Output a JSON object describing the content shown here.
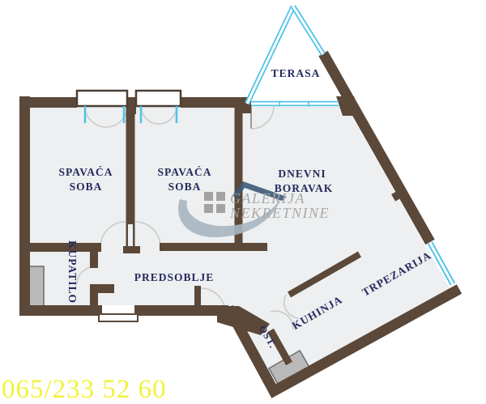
{
  "rooms": {
    "terasa": "TERASA",
    "spavaca_soba_1": {
      "line1": "SPAVAĆA",
      "line2": "SOBA"
    },
    "spavaca_soba_2": {
      "line1": "SPAVAĆA",
      "line2": "SOBA"
    },
    "dnevni_boravak": {
      "line1": "DNEVNI",
      "line2": "BORAVAK"
    },
    "kupatilo": "KUPATILO",
    "predsoblje": "PREDSOBLJE",
    "kuhinja": "KUHINJA",
    "trpezarija": "TRPEZARIJA",
    "ostava": "OST."
  },
  "watermark": {
    "line1": "GALERIJA",
    "line2": "NEKRETNINE"
  },
  "phone": "065/233 52 60",
  "colors": {
    "wall": "#5b4839",
    "floor": "#edeff0",
    "glass": "#4fc2e8",
    "label": "#252a5e",
    "watermark_text": "#a2a2a2",
    "logo_roof": "#3e5a77",
    "logo_swoosh": "#a9b6c0",
    "logo_squares": "#9b9b9b",
    "furniture": "#b9b9b9",
    "phone_text": "#f2f23a"
  }
}
